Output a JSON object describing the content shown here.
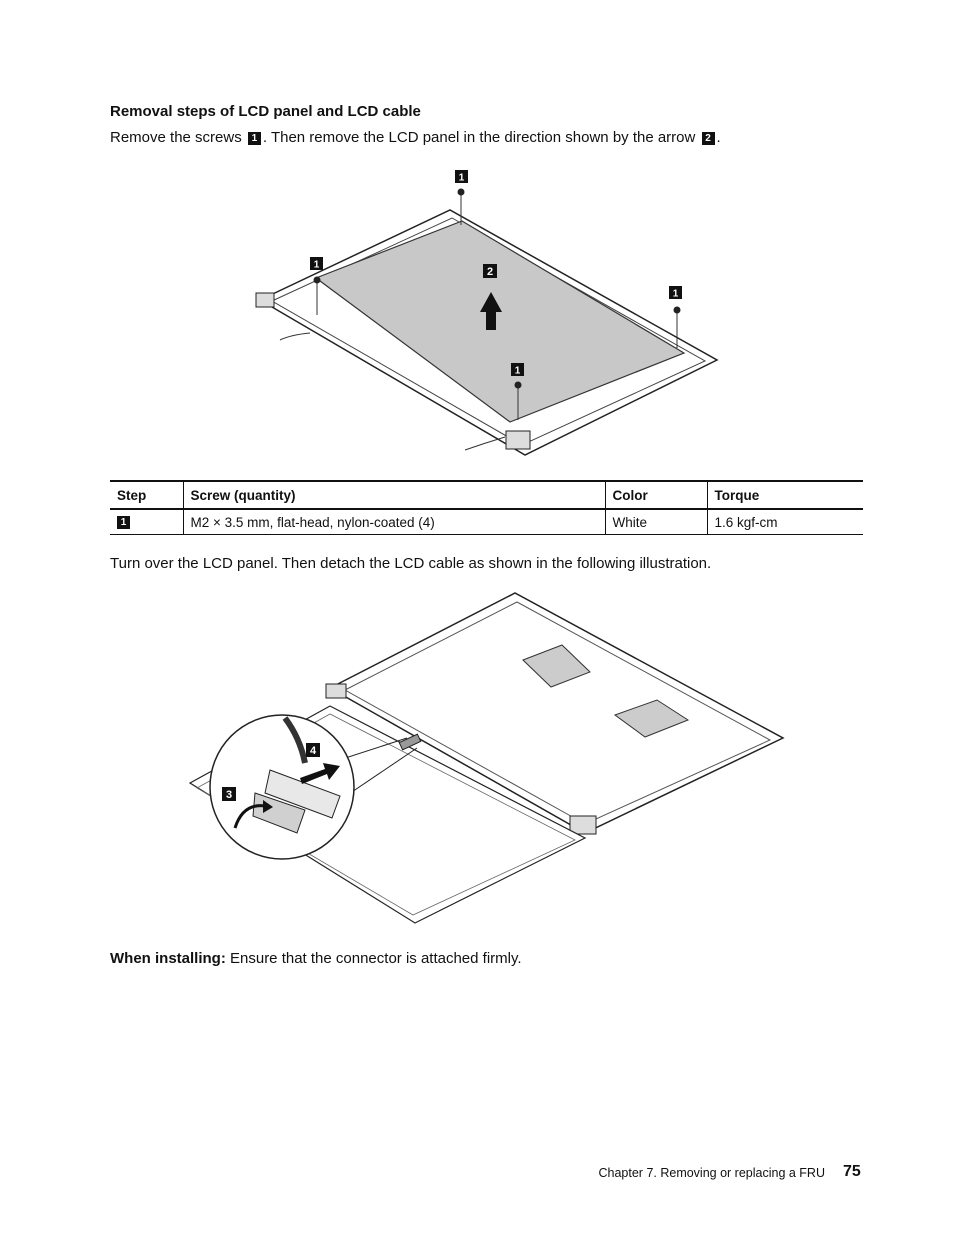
{
  "section_title": "Removal steps of LCD panel and LCD cable",
  "intro": {
    "part1": "Remove the screws",
    "badge1": "1",
    "part2": ". Then remove the LCD panel in the direction shown by the arrow",
    "badge2": "2",
    "part3": "."
  },
  "figure1": {
    "callouts": [
      "1",
      "1",
      "1",
      "1",
      "2"
    ]
  },
  "table": {
    "headers": [
      "Step",
      "Screw (quantity)",
      "Color",
      "Torque"
    ],
    "rows": [
      {
        "step": "1",
        "screw": "M2 × 3.5 mm, flat-head, nylon-coated (4)",
        "color": "White",
        "torque": "1.6 kgf-cm"
      }
    ]
  },
  "turn_over_text": "Turn over the LCD panel. Then detach the LCD cable as shown in the following illustration.",
  "figure2": {
    "callouts": [
      "3",
      "4"
    ]
  },
  "installing": {
    "label": "When installing:",
    "text": "Ensure that the connector is attached firmly."
  },
  "footer": {
    "chapter": "Chapter 7. Removing or replacing a FRU",
    "page": "75"
  }
}
